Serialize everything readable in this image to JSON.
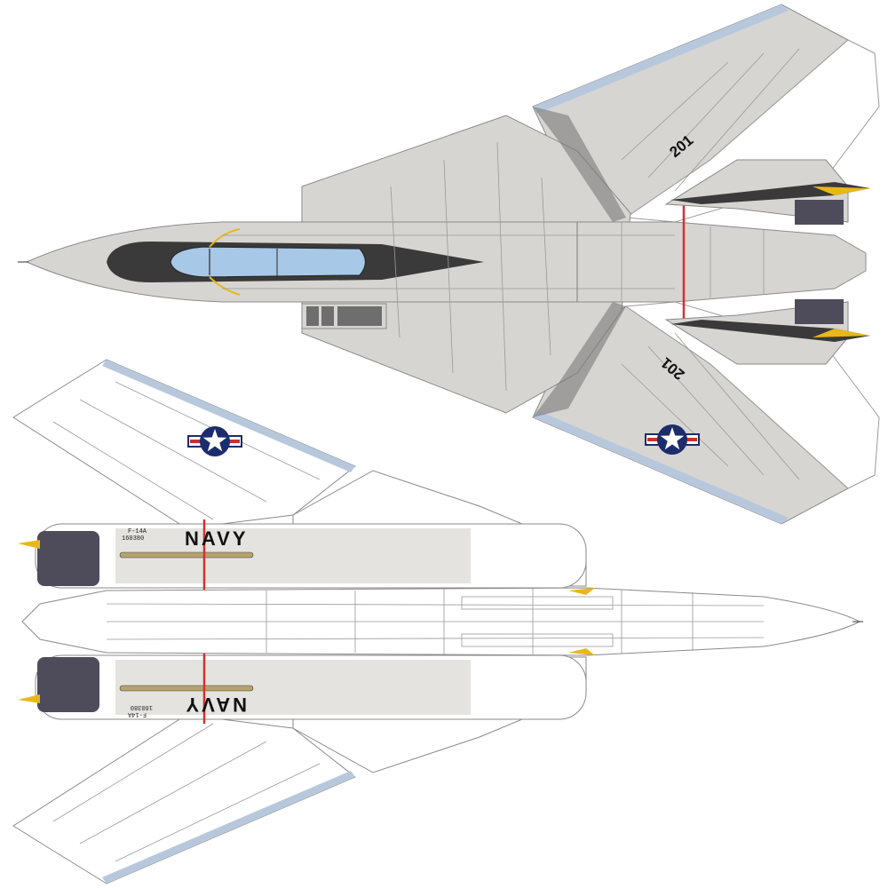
{
  "top_view": {
    "modex_upper": "201",
    "modex_lower": "201"
  },
  "bottom_view": {
    "navy_upper": "NAVY",
    "navy_lower": "NAVY",
    "stencil_upper_type": "F-14A",
    "stencil_upper_serial": "160380",
    "stencil_lower_type": "F-14A",
    "stencil_lower_serial": "160380"
  },
  "colors": {
    "gull_gray": "#d6d5d2",
    "white": "#ffffff",
    "canopy_blue": "#a8c8e8",
    "anti_glare": "#3a3a3a",
    "engine_nozzle": "#4e4b5a",
    "red_stripe": "#d63030",
    "yellow_tip": "#e8b818",
    "insignia_blue": "#1c2c6c",
    "insignia_red": "#c83030",
    "leading_edge": "#b8c8dc"
  }
}
